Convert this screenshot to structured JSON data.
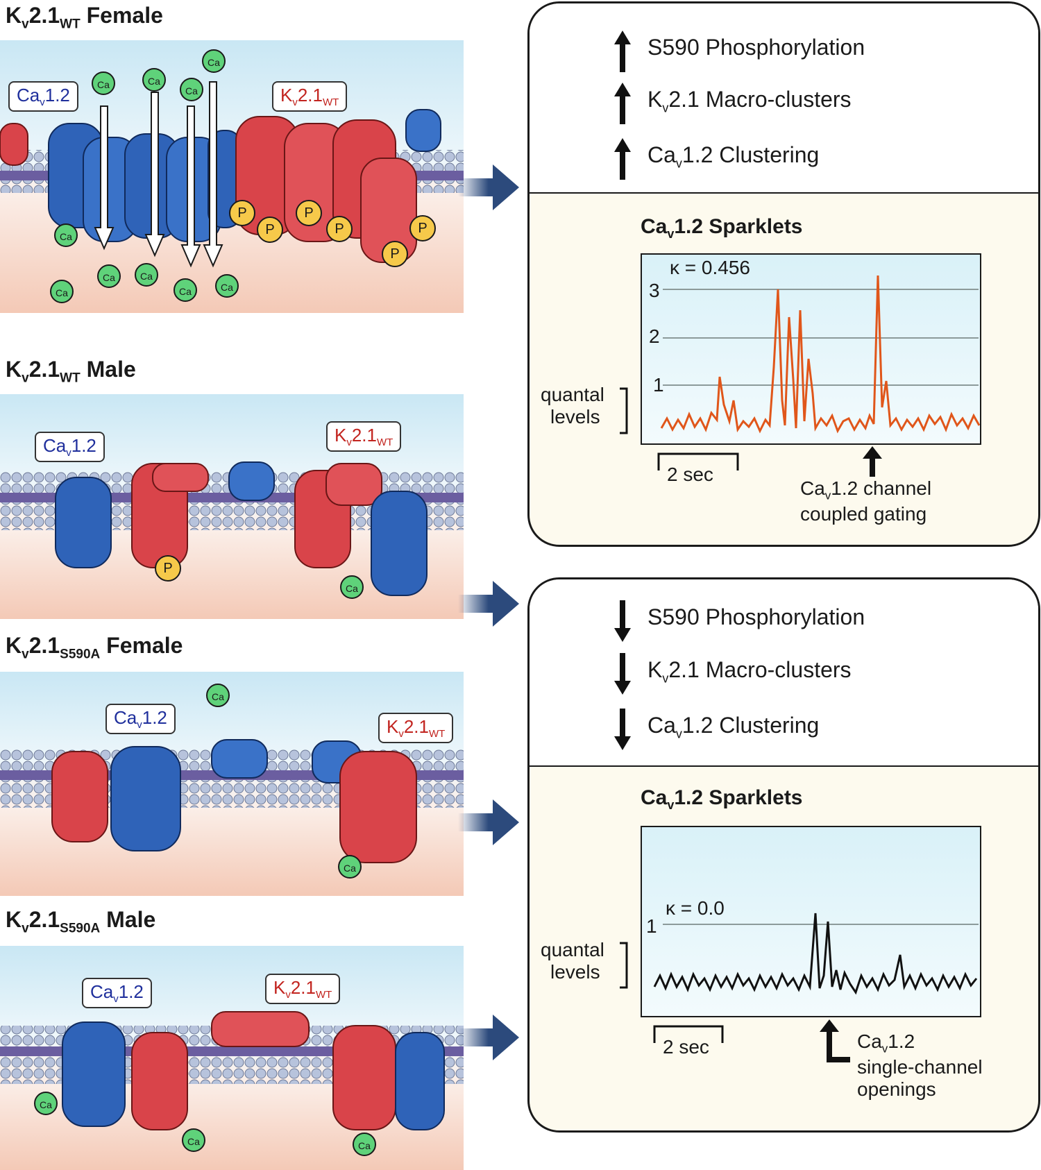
{
  "panels": [
    {
      "heading_main": "K",
      "heading_sub1": "v",
      "heading_num": "2.1",
      "heading_sub2": "WT",
      "heading_sex": "Female",
      "cav_label_main": "Ca",
      "cav_label_sub": "v",
      "cav_label_num": "1.2",
      "kv_label_main": "K",
      "kv_label_sub": "v",
      "kv_label_num": "2.1",
      "kv_label_sub2": "WT"
    },
    {
      "heading_main": "K",
      "heading_sub1": "v",
      "heading_num": "2.1",
      "heading_sub2": "WT",
      "heading_sex": "Male",
      "cav_label_main": "Ca",
      "cav_label_sub": "v",
      "cav_label_num": "1.2",
      "kv_label_main": "K",
      "kv_label_sub": "v",
      "kv_label_num": "2.1",
      "kv_label_sub2": "WT"
    },
    {
      "heading_main": "K",
      "heading_sub1": "v",
      "heading_num": "2.1",
      "heading_sub2": "S590A",
      "heading_sex": "Female",
      "cav_label_main": "Ca",
      "cav_label_sub": "v",
      "cav_label_num": "1.2",
      "kv_label_main": "K",
      "kv_label_sub": "v",
      "kv_label_num": "2.1",
      "kv_label_sub2": "WT"
    },
    {
      "heading_main": "K",
      "heading_sub1": "v",
      "heading_num": "2.1",
      "heading_sub2": "S590A",
      "heading_sex": "Male",
      "cav_label_main": "Ca",
      "cav_label_sub": "v",
      "cav_label_num": "1.2",
      "kv_label_main": "K",
      "kv_label_sub": "v",
      "kv_label_num": "2.1",
      "kv_label_sub2": "WT"
    }
  ],
  "ion_label": "Ca",
  "phospho_label": "P",
  "summary_top": {
    "direction": "up",
    "rows": [
      {
        "a": "S590 Phosphorylation",
        "b": "",
        "c": ""
      },
      {
        "a": "K",
        "b": "v",
        "c": "2.1 Macro-clusters"
      },
      {
        "a": "Ca",
        "b": "v",
        "c": "1.2 Clustering"
      }
    ],
    "sparklets_main": "Ca",
    "sparklets_sub": "v",
    "sparklets_rest": "1.2 Sparklets",
    "kappa": "κ = 0.456",
    "y_ticks": [
      "3",
      "2",
      "1"
    ],
    "quantal_1": "quantal",
    "quantal_2": "levels",
    "time_bar": "2 sec",
    "annot_main": "Ca",
    "annot_sub": "v",
    "annot_rest": "1.2 channel",
    "annot_line2": "coupled gating"
  },
  "summary_bottom": {
    "direction": "down",
    "rows": [
      {
        "a": "S590 Phosphorylation",
        "b": "",
        "c": ""
      },
      {
        "a": "K",
        "b": "v",
        "c": "2.1 Macro-clusters"
      },
      {
        "a": "Ca",
        "b": "v",
        "c": "1.2 Clustering"
      }
    ],
    "sparklets_main": "Ca",
    "sparklets_sub": "v",
    "sparklets_rest": "1.2 Sparklets",
    "kappa": "κ = 0.0",
    "y_ticks": [
      "1"
    ],
    "quantal_1": "quantal",
    "quantal_2": "levels",
    "time_bar": "2 sec",
    "annot_main": "Ca",
    "annot_sub": "v",
    "annot_rest": "1.2",
    "annot_line2": "single-channel",
    "annot_line3": "openings"
  },
  "colors": {
    "cav": "#2f63b8",
    "kv": "#d9444a",
    "ca_ion": "#5fd27a",
    "phospho": "#f6c94a",
    "trace_top": "#e0561a",
    "trace_bottom": "#111111",
    "link_arrow": "#2c4a7c"
  }
}
